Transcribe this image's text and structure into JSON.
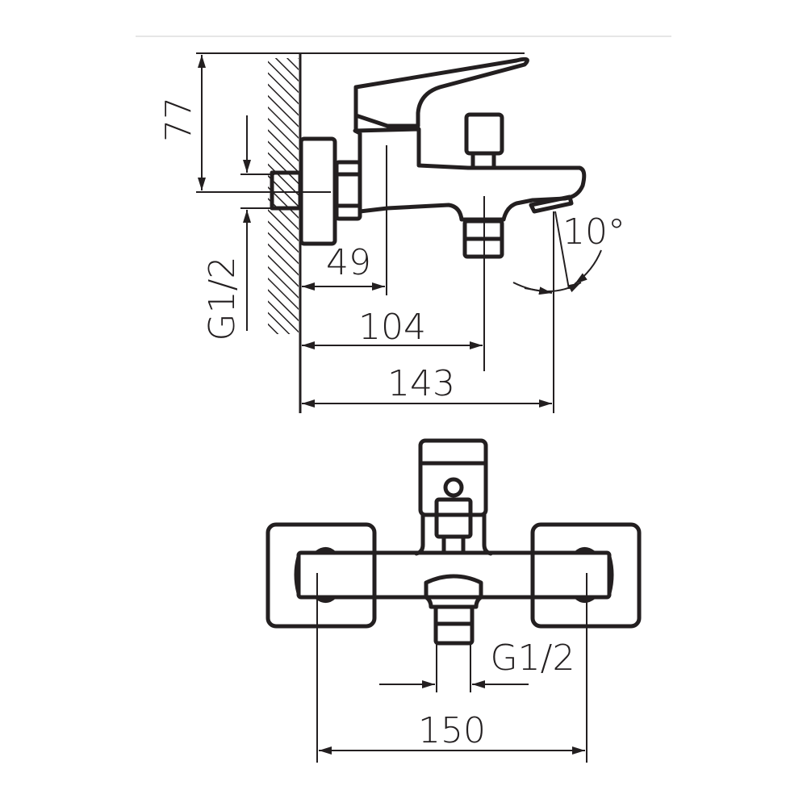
{
  "side_view": {
    "dim_height": "77",
    "dim_thread": "G1/2",
    "dim_49": "49",
    "dim_104": "104",
    "dim_143": "143",
    "dim_angle": "10°"
  },
  "front_view": {
    "dim_thread": "G1/2",
    "dim_150": "150"
  }
}
